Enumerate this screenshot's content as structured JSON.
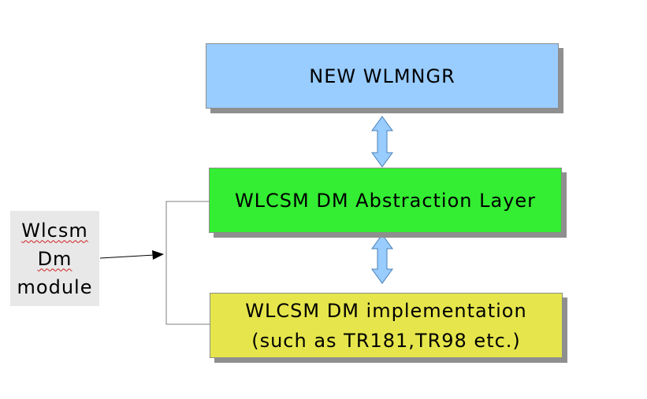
{
  "colors": {
    "top_fill": "#99ccff",
    "mid_fill": "#33ee33",
    "bot_fill": "#e6e64c",
    "arrow_fill": "#99ccff"
  },
  "blocks": {
    "top": {
      "label": "NEW WLMNGR"
    },
    "middle": {
      "label": "WLCSM DM Abstraction Layer"
    },
    "bottom": {
      "line1": "WLCSM DM implementation",
      "line2": "(such as TR181,TR98 etc.)"
    }
  },
  "side_module": {
    "line1": "Wlcsm",
    "line2": "Dm",
    "line3": "module"
  }
}
